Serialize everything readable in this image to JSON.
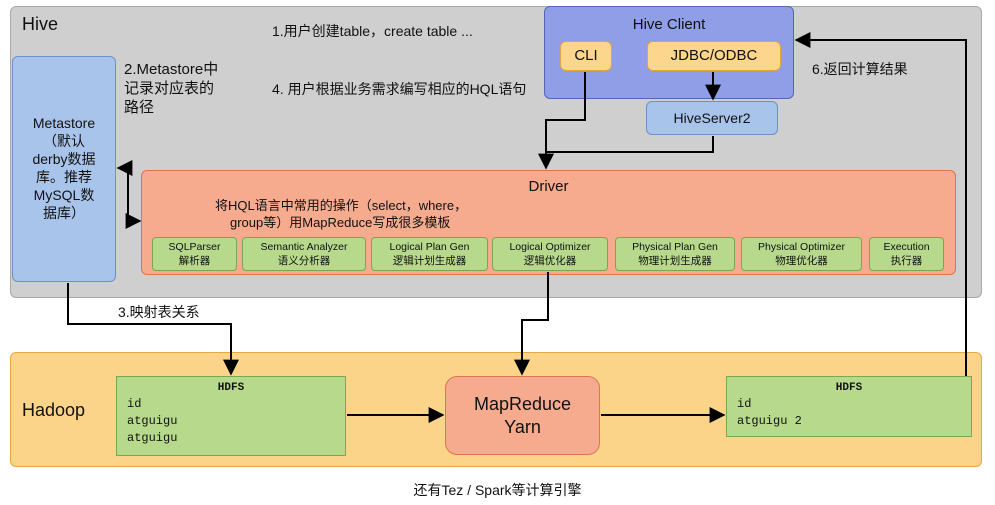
{
  "hive": {
    "label": "Hive"
  },
  "hadoop": {
    "label": "Hadoop"
  },
  "steps": {
    "create_table": "1.用户创建table，create table ...",
    "metastore_path": "2.Metastore中记录对应表的路径",
    "mapping": "3.映射表关系",
    "write_hql": "4. 用户根据业务需求编写相应的HQL语句",
    "return_result": "6.返回计算结果"
  },
  "client": {
    "title": "Hive Client",
    "cli": "CLI",
    "jdbc": "JDBC/ODBC"
  },
  "hiveserver2": "HiveServer2",
  "metastore": {
    "lines": [
      "Metastore",
      "（默认",
      "derby数据",
      "库。推荐",
      "MySQL数",
      "据库）"
    ]
  },
  "driver": {
    "title": "Driver",
    "desc_line1": "将HQL语言中常用的操作（select，where，",
    "desc_line2": "group等）用MapReduce写成很多模板",
    "modules": [
      {
        "en": "SQLParser",
        "zh": "解析器"
      },
      {
        "en": "Semantic Analyzer",
        "zh": "语义分析器"
      },
      {
        "en": "Logical Plan Gen",
        "zh": "逻辑计划生成器"
      },
      {
        "en": "Logical Optimizer",
        "zh": "逻辑优化器"
      },
      {
        "en": "Physical Plan Gen",
        "zh": "物理计划生成器"
      },
      {
        "en": "Physical Optimizer",
        "zh": "物理优化器"
      },
      {
        "en": "Execution",
        "zh": "执行器"
      }
    ]
  },
  "hdfs_input": {
    "title": "HDFS",
    "lines": [
      "id",
      "atguigu",
      "atguigu"
    ]
  },
  "mapreduce": {
    "line1": "MapReduce",
    "line2": "Yarn"
  },
  "hdfs_output": {
    "title": "HDFS",
    "lines": [
      "id",
      "atguigu 2"
    ]
  },
  "caption": "还有Tez / Spark等计算引擎",
  "colors": {
    "hive_panel": "#cfcfcf",
    "hadoop_panel": "#fbd48a",
    "client": "#8f9ee6",
    "metastore": "#a9c4ea",
    "driver": "#f6ab8e",
    "module": "#b6d98c",
    "yellow_button": "#fbd68c"
  }
}
